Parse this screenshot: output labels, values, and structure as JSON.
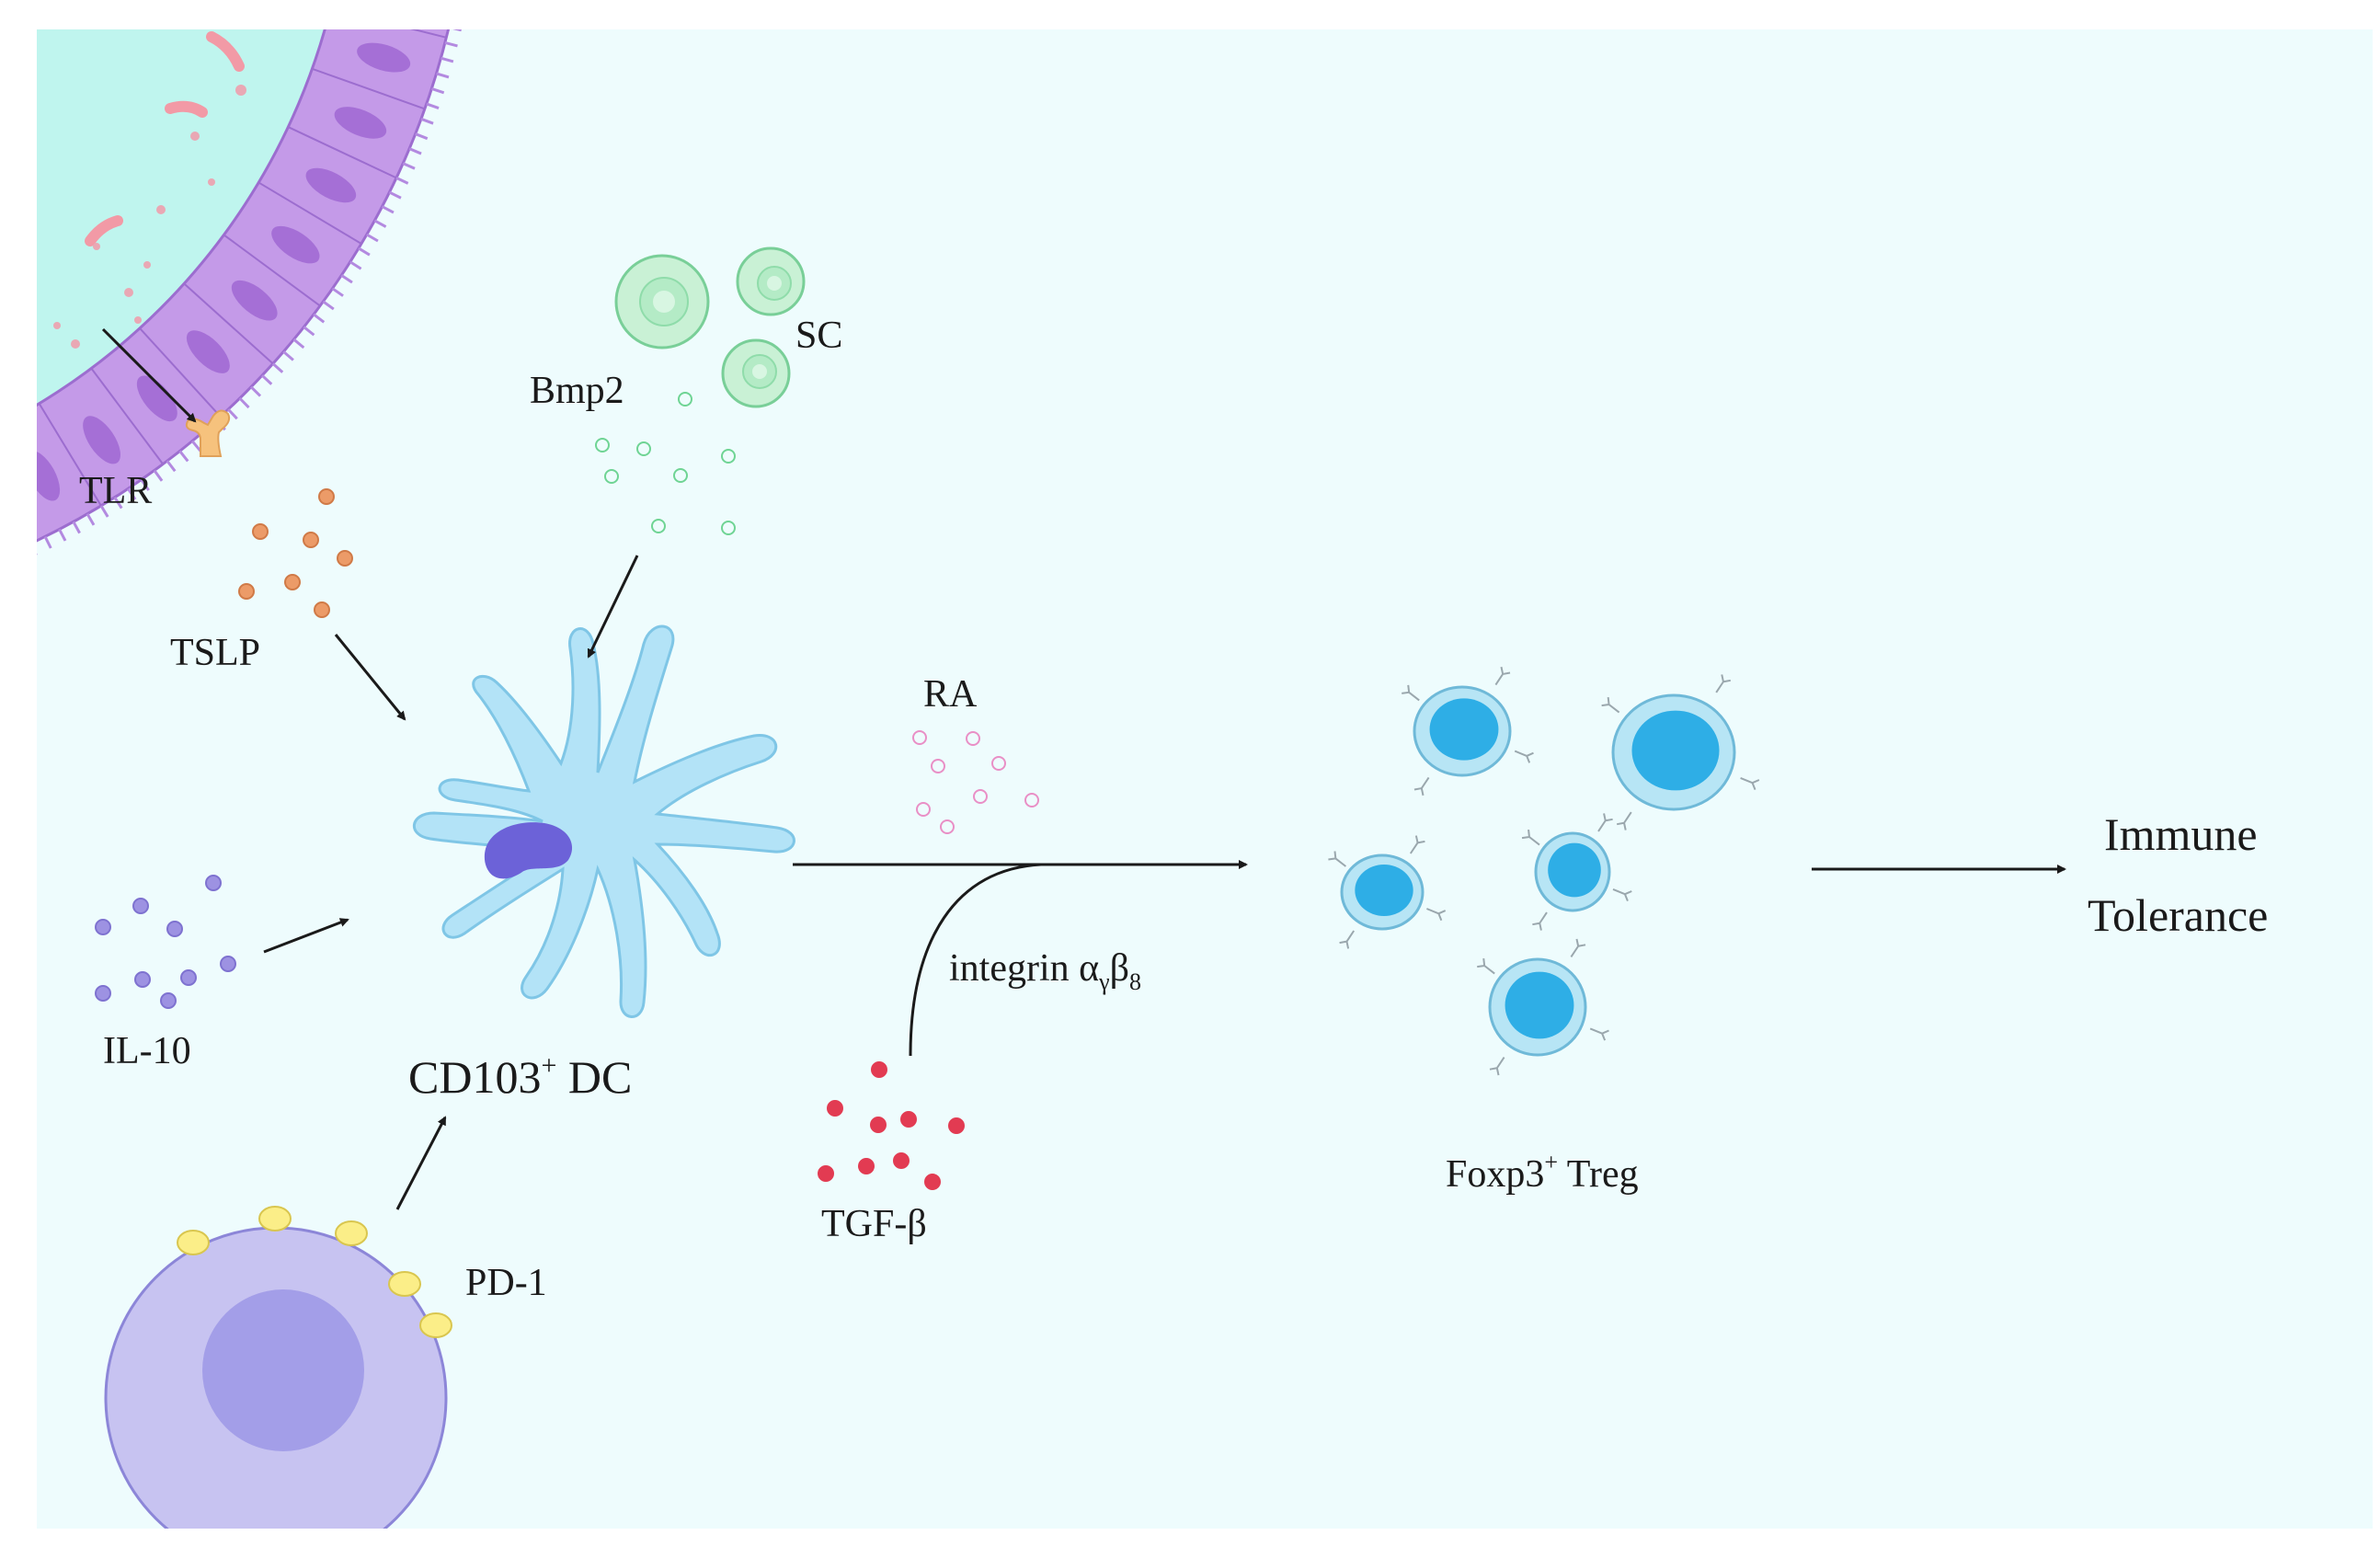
{
  "labels": {
    "tlr": "TLR",
    "tslp": "TSLP",
    "bmp2": "Bmp2",
    "sc": "SC",
    "il10": "IL-10",
    "dc_name": "CD103",
    "dc_sup": "+",
    "dc_suffix": " DC",
    "pd1": "PD-1",
    "ra": "RA",
    "integrin_main": "integrin α",
    "integrin_sub1": "γ",
    "integrin_beta": "β",
    "integrin_sub2": "8",
    "tgfb": "TGF-β",
    "treg_name": "Foxp3",
    "treg_sup": "+",
    "treg_suffix": " Treg",
    "outcome_line1": "Immune",
    "outcome_line2": "Tolerance"
  },
  "colors": {
    "background": "#eefcfd",
    "epithelium": "#c49ae8",
    "epithelium_nucleus": "#a56fd6",
    "lumen": "#bff5ee",
    "microbe": "#f29aa6",
    "tlr": "#f6c27d",
    "tslp": "#ec9b68",
    "sc_cell": "#c9f1d5",
    "bmp2": "#a9e8bf",
    "il10": "#9d92e2",
    "dc_body": "#b3e3f7",
    "dc_nucleus": "#6c62d8",
    "t_cell": "#c7c3f1",
    "t_cell_nucleus": "#a39ee8",
    "pd1": "#fbee88",
    "ra": "#e98fc6",
    "tgfb": "#e23b52",
    "treg_outer": "#b7e5f5",
    "treg_inner": "#2eaee6",
    "arrow": "#1a1a1a"
  },
  "icons": [
    "epithelial-barrier",
    "microbe-fragment",
    "tlr-receptor",
    "stromal-cell",
    "dendritic-cell",
    "t-cell",
    "treg-cell",
    "arrow"
  ]
}
